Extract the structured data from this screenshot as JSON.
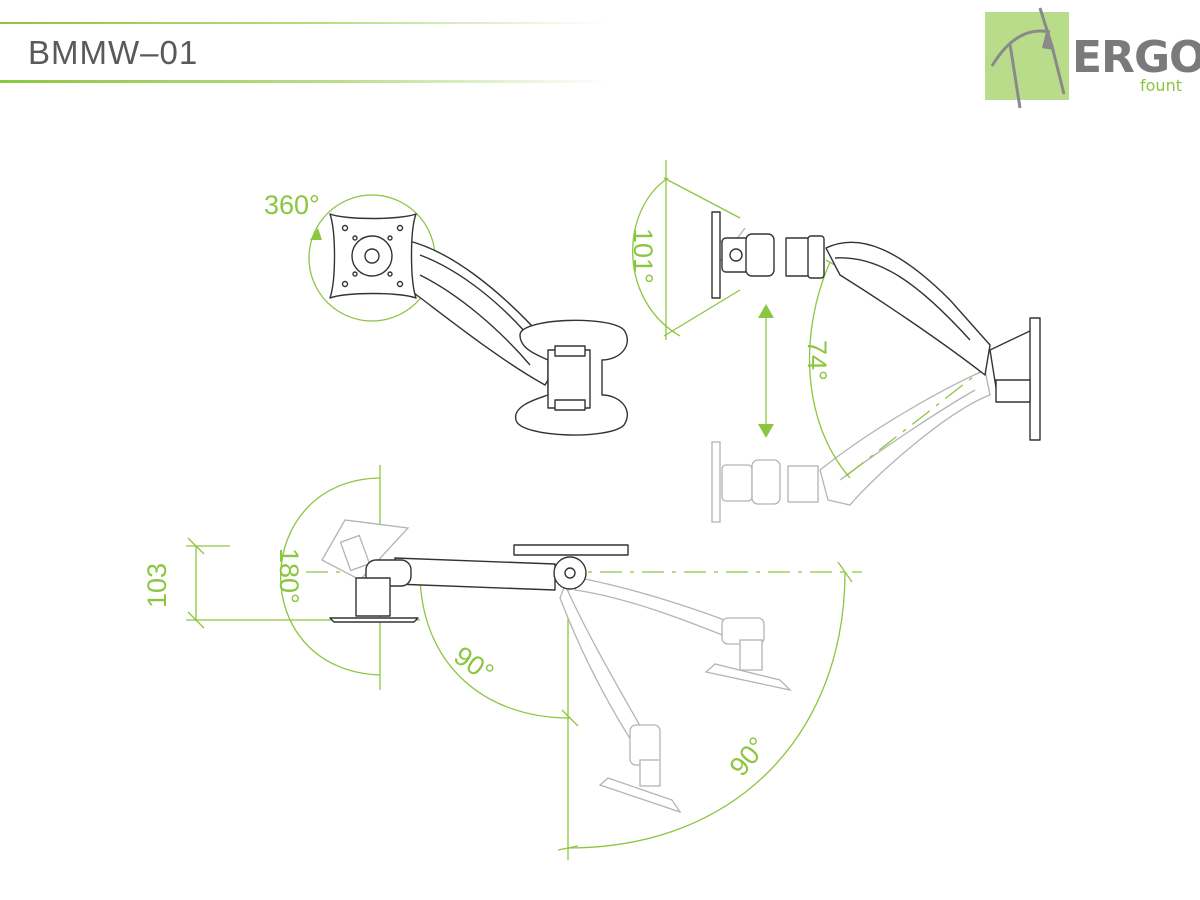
{
  "header": {
    "model": "BMMW–01"
  },
  "brand": {
    "word": "ERGO",
    "sub": "fount"
  },
  "colors": {
    "accent": "#8cc640",
    "ink": "#333333",
    "ghost": "#b4b4b4",
    "title": "#5a5a5a"
  },
  "dimensions": {
    "rotation_front": "360°",
    "tilt_side": "101°",
    "height_arc": "74°",
    "swivel_head": "180°",
    "pole_offset": "103",
    "elbow_swing": "90°",
    "base_swing": "90°"
  }
}
